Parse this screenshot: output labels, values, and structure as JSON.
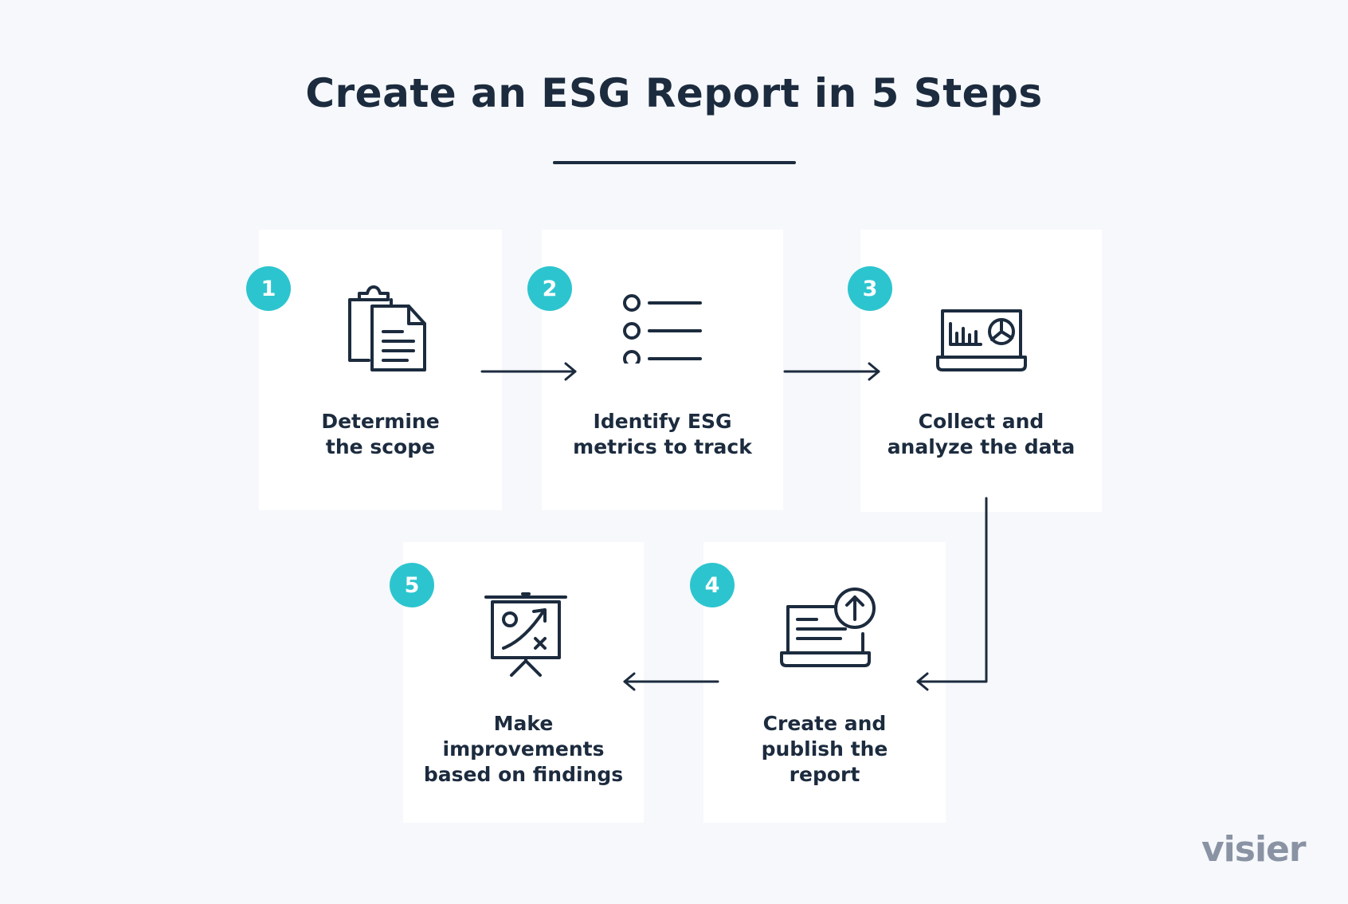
{
  "title": "Create an ESG Report in 5 Steps",
  "accent_color": "#2cc5cf",
  "text_color": "#1c2b3e",
  "steps": [
    {
      "number": "1",
      "label": "Determine\nthe scope",
      "icon": "clipboard-document-icon"
    },
    {
      "number": "2",
      "label": "Identify ESG\nmetrics to track",
      "icon": "checklist-icon"
    },
    {
      "number": "3",
      "label": "Collect and\nanalyze the data",
      "icon": "laptop-analytics-icon"
    },
    {
      "number": "4",
      "label": "Create and\npublish the\nreport",
      "icon": "laptop-upload-icon"
    },
    {
      "number": "5",
      "label": "Make\nimprovements\nbased on findings",
      "icon": "strategy-board-icon"
    }
  ],
  "logo": "visier"
}
